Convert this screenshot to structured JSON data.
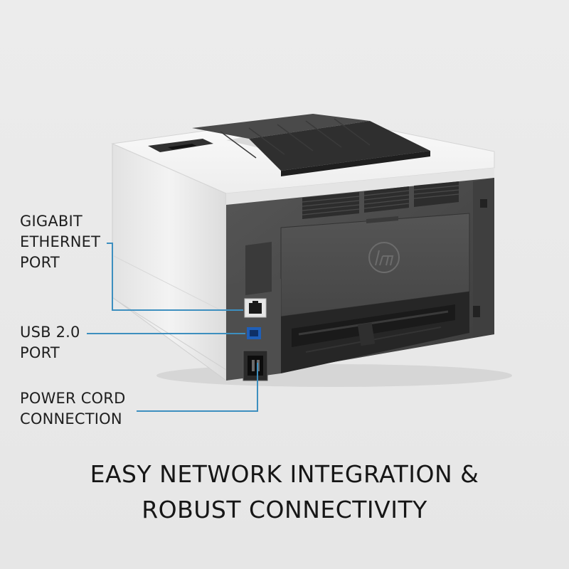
{
  "callouts": {
    "ethernet": [
      "GIGABIT",
      "ETHERNET",
      "PORT"
    ],
    "usb": [
      "USB 2.0",
      "PORT"
    ],
    "power": [
      "POWER CORD",
      "CONNECTION"
    ]
  },
  "headline": {
    "line1": "EASY NETWORK INTEGRATION &",
    "line2": "ROBUST CONNECTIVITY"
  },
  "colors": {
    "background": "#ebebeb",
    "printer_body": "#f6f6f6",
    "printer_back_panel": "#4b4b4b",
    "callout_line": "#3d8fbf",
    "text": "#1e1e1e"
  }
}
